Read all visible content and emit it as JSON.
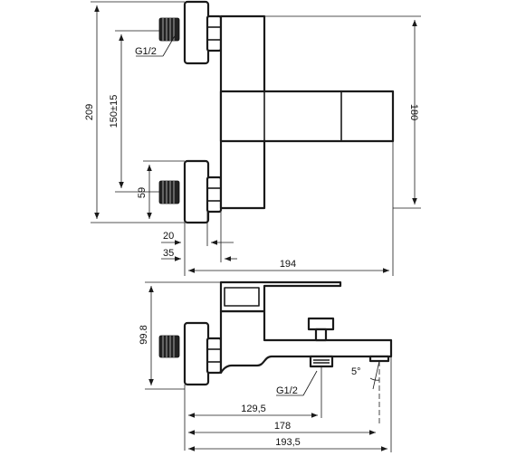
{
  "drawing": {
    "top_view": {
      "overall_height": "209",
      "spout_height": "180",
      "inlet_spacing": "150±15",
      "lower_inlet_height": "59",
      "thread_label": "G1/2",
      "offset_small": "20",
      "offset_medium": "35",
      "overall_width": "194"
    },
    "side_view": {
      "body_height": "99.8",
      "thread_label": "G1/2",
      "outlet_distance": "129,5",
      "spout_length": "178",
      "overall_length": "193,5",
      "angle": "5°"
    }
  }
}
